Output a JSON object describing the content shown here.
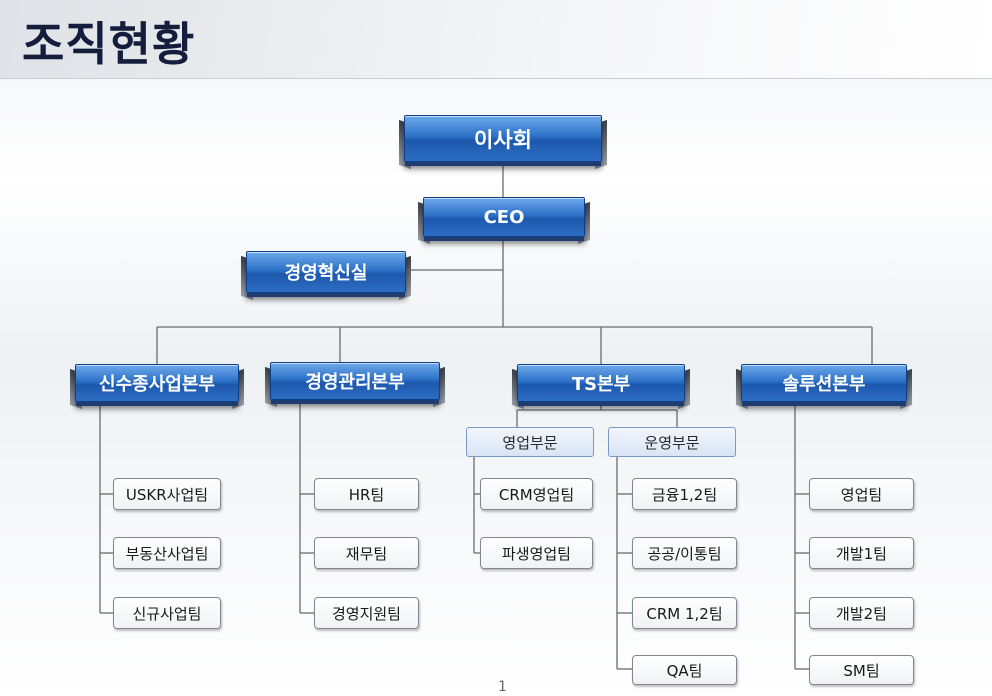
{
  "page": {
    "title": "조직현황",
    "page_number": "1"
  },
  "colors": {
    "title": "#141e3c",
    "exec_box": "#2d72c8",
    "line": "#6b6b6b"
  },
  "org": {
    "board": "이사회",
    "ceo": "CEO",
    "staff": "경영혁신실",
    "headquarters": [
      {
        "name": "신수종사업본부",
        "teams": [
          "USKR사업팀",
          "부동산사업팀",
          "신규사업팀"
        ]
      },
      {
        "name": "경영관리본부",
        "teams": [
          "HR팀",
          "재무팀",
          "경영지원팀"
        ]
      },
      {
        "name": "TS본부",
        "divisions": [
          {
            "name": "영업부문",
            "teams": [
              "CRM영업팀",
              "파생영업팀"
            ]
          },
          {
            "name": "운영부문",
            "teams": [
              "금융1,2팀",
              "공공/이통팀",
              "CRM 1,2팀",
              "QA팀"
            ]
          }
        ]
      },
      {
        "name": "솔루션본부",
        "teams": [
          "영업팀",
          "개발1팀",
          "개발2팀",
          "SM팀"
        ]
      }
    ]
  }
}
